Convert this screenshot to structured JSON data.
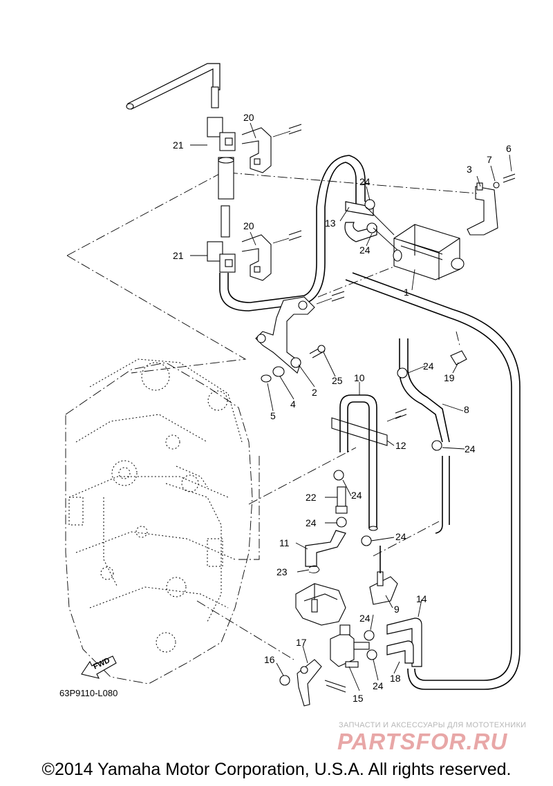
{
  "diagram": {
    "reference_code": "63P9110-L080",
    "fwd_label": "FWD",
    "callouts": {
      "p1": "1",
      "p2": "2",
      "p3": "3",
      "p4": "4",
      "p5": "5",
      "p6": "6",
      "p7": "7",
      "p8": "8",
      "p9": "9",
      "p10": "10",
      "p11": "11",
      "p12": "12",
      "p13": "13",
      "p14": "14",
      "p15": "15",
      "p16": "16",
      "p17": "17",
      "p18": "18",
      "p19": "19",
      "p20a": "20",
      "p20b": "20",
      "p21a": "21",
      "p21b": "21",
      "p22": "22",
      "p23": "23",
      "p24a": "24",
      "p24b": "24",
      "p24c": "24",
      "p24d": "24",
      "p24e": "24",
      "p24f": "24",
      "p24g": "24",
      "p24h": "24",
      "p24i": "24",
      "p25": "25"
    }
  },
  "watermark": {
    "tagline": "ЗАПЧАСТИ И АКСЕССУАРЫ ДЛЯ МОТОТЕХНИКИ",
    "logo": "PARTSFOR.RU"
  },
  "footer": {
    "copyright": "©2014 Yamaha Motor Corporation, U.S.A. All rights reserved."
  }
}
